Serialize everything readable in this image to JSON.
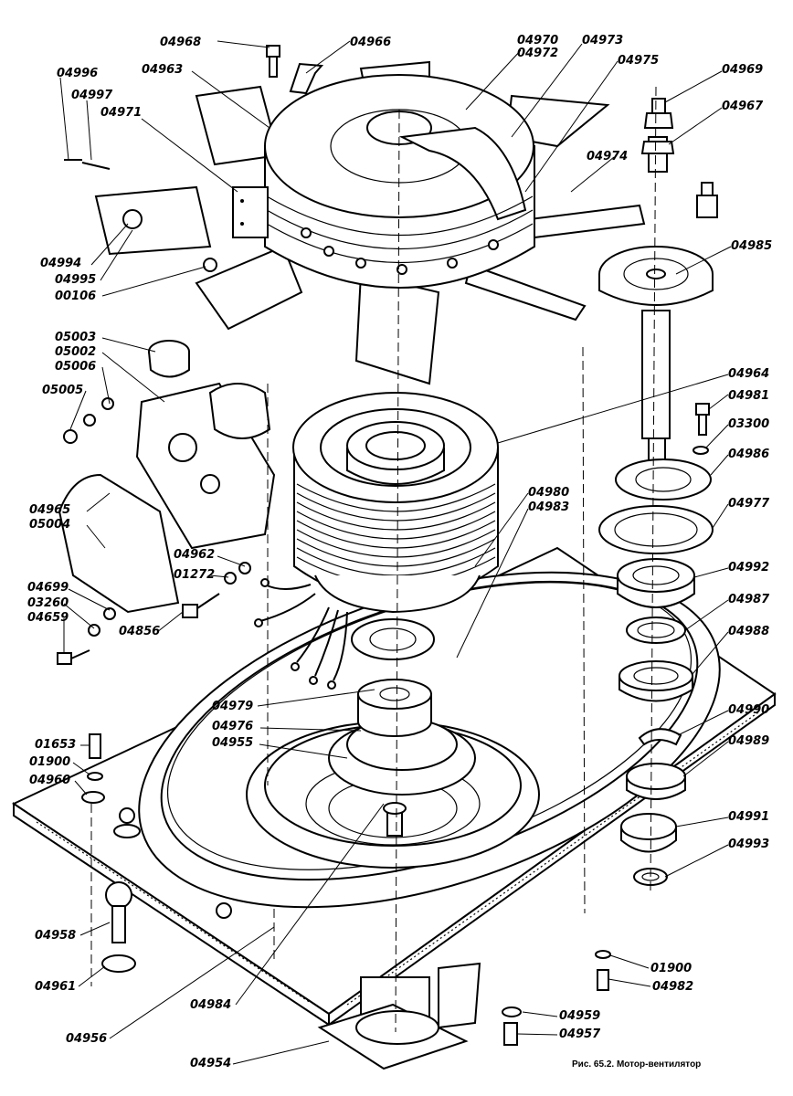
{
  "caption": "Рис. 65.2. Мотор-вентилятор",
  "labels": {
    "l04968": "04968",
    "l04966": "04966",
    "l04970": "04970",
    "l04972": "04972",
    "l04973": "04973",
    "l04975": "04975",
    "l04969": "04969",
    "l04967": "04967",
    "l04996": "04996",
    "l04997": "04997",
    "l04963": "04963",
    "l04971": "04971",
    "l04974": "04974",
    "l04994": "04994",
    "l04995": "04995",
    "l00106": "00106",
    "l04985": "04985",
    "l05003": "05003",
    "l05002": "05002",
    "l05006": "05006",
    "l05005": "05005",
    "l04964": "04964",
    "l04981": "04981",
    "l03300": "03300",
    "l04986": "04986",
    "l04980": "04980",
    "l04983": "04983",
    "l04977": "04977",
    "l04965": "04965",
    "l05004": "05004",
    "l04962": "04962",
    "l01272": "01272",
    "l04992": "04992",
    "l04699": "04699",
    "l03260": "03260",
    "l04659": "04659",
    "l04856": "04856",
    "l04987": "04987",
    "l04988": "04988",
    "l04979": "04979",
    "l04976": "04976",
    "l04955": "04955",
    "l04990": "04990",
    "l01653": "01653",
    "l01900a": "01900",
    "l04960": "04960",
    "l04989": "04989",
    "l04991": "04991",
    "l04993": "04993",
    "l04958": "04958",
    "l04961": "04961",
    "l01900b": "01900",
    "l04982": "04982",
    "l04984": "04984",
    "l04959": "04959",
    "l04957": "04957",
    "l04956": "04956",
    "l04954": "04954"
  }
}
